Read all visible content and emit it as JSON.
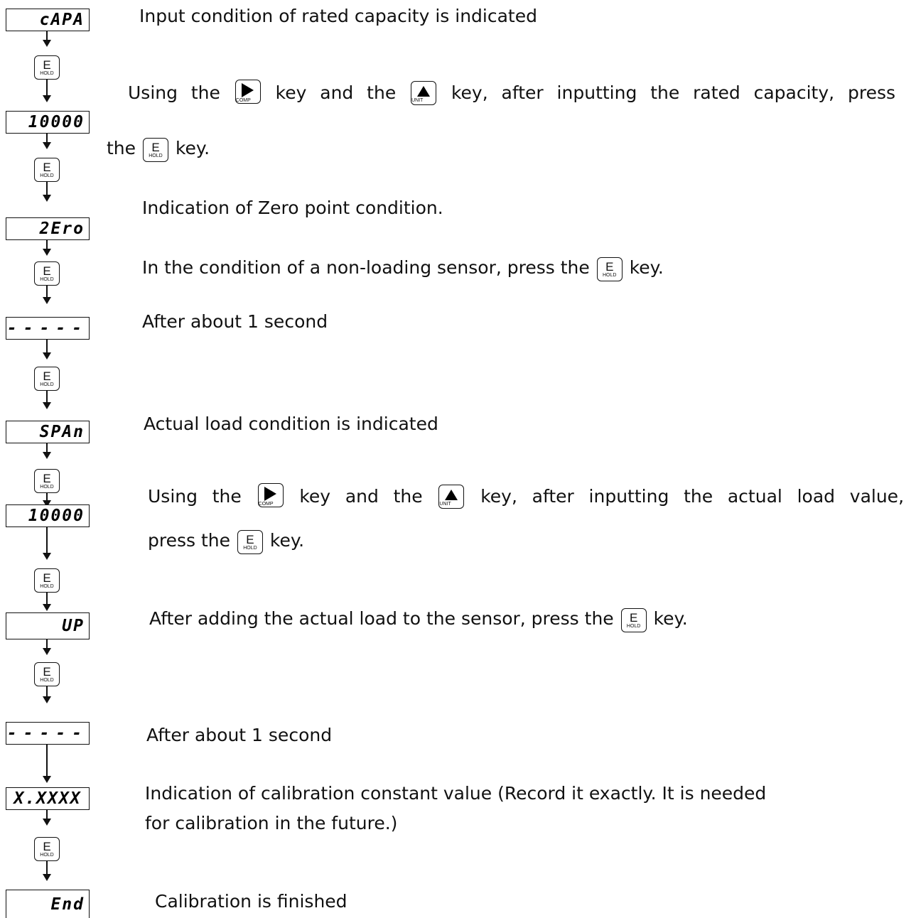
{
  "displays": {
    "d1": "cAPA",
    "d2": "10000",
    "d3": "2Ero",
    "d4": "-----",
    "d5": "SPAn",
    "d6": "10000",
    "d7": "UP",
    "d8": "-----",
    "d9": "X.XXXX",
    "d10": "End"
  },
  "keys": {
    "e_big": "E",
    "e_small": "HOLD",
    "comp_small": "COMP",
    "unit_small": "UNIT"
  },
  "steps": {
    "s1": "Input condition of rated capacity is indicated",
    "s2a_1": "Using the",
    "s2a_2": "key and the",
    "s2a_3": "key, after inputting the rated capacity, press",
    "s2b_1": "the",
    "s2b_2": "key.",
    "s3": "Indication of Zero point condition.",
    "s4_1": "In the condition of a non-loading sensor, press the",
    "s4_2": "key.",
    "s5": "After about 1 second",
    "s6": "Actual load condition is indicated",
    "s7a_1": "Using the",
    "s7a_2": "key and the",
    "s7a_3": "key, after inputting the actual load value,",
    "s7b_1": "press the",
    "s7b_2": "key.",
    "s8_1": "After adding the actual load to the sensor, press the",
    "s8_2": "key.",
    "s9": "After about 1 second",
    "s10a": "Indication of calibration constant value (Record it exactly. It is needed",
    "s10b": "for calibration in the future.)",
    "s11": "Calibration is finished"
  }
}
